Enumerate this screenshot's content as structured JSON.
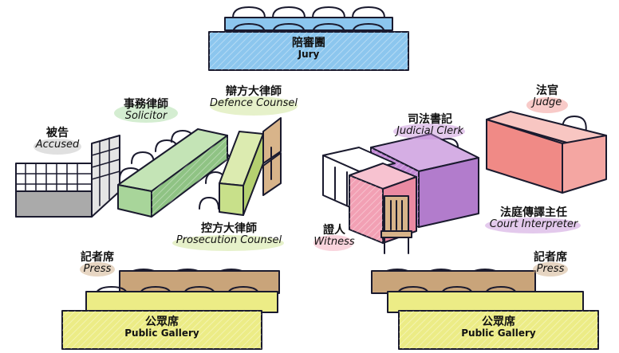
{
  "colors": {
    "jury": "#8cc6ee",
    "judge": "#f08a86",
    "clerk": "#c38ad6",
    "witness": "#f2a0b4",
    "defence": "#a8d59a",
    "prosecution": "#c8e08a",
    "press": "#c9a47a",
    "gallery": "#ecec86",
    "accused": "#aaaaaa",
    "outline": "#1a1a2e"
  },
  "labels": {
    "jury": {
      "zh": "陪審團",
      "en": "Jury"
    },
    "judge": {
      "zh": "法官",
      "en": "Judge"
    },
    "judicial_clerk": {
      "zh": "司法書記",
      "en": "Judicial Clerk"
    },
    "court_interpreter": {
      "zh": "法庭傳譯主任",
      "en": "Court Interpreter"
    },
    "witness": {
      "zh": "證人",
      "en": "Witness"
    },
    "defence_counsel": {
      "zh": "辯方大律師",
      "en": "Defence Counsel"
    },
    "solicitor": {
      "zh": "事務律師",
      "en": "Solicitor"
    },
    "accused": {
      "zh": "被告",
      "en": "Accused"
    },
    "prosecution_counsel": {
      "zh": "控方大律師",
      "en": "Prosecution Counsel"
    },
    "press_left": {
      "zh": "記者席",
      "en": "Press"
    },
    "press_right": {
      "zh": "記者席",
      "en": "Press"
    },
    "gallery_left": {
      "zh": "公眾席",
      "en": "Public Gallery"
    },
    "gallery_right": {
      "zh": "公眾席",
      "en": "Public Gallery"
    }
  }
}
